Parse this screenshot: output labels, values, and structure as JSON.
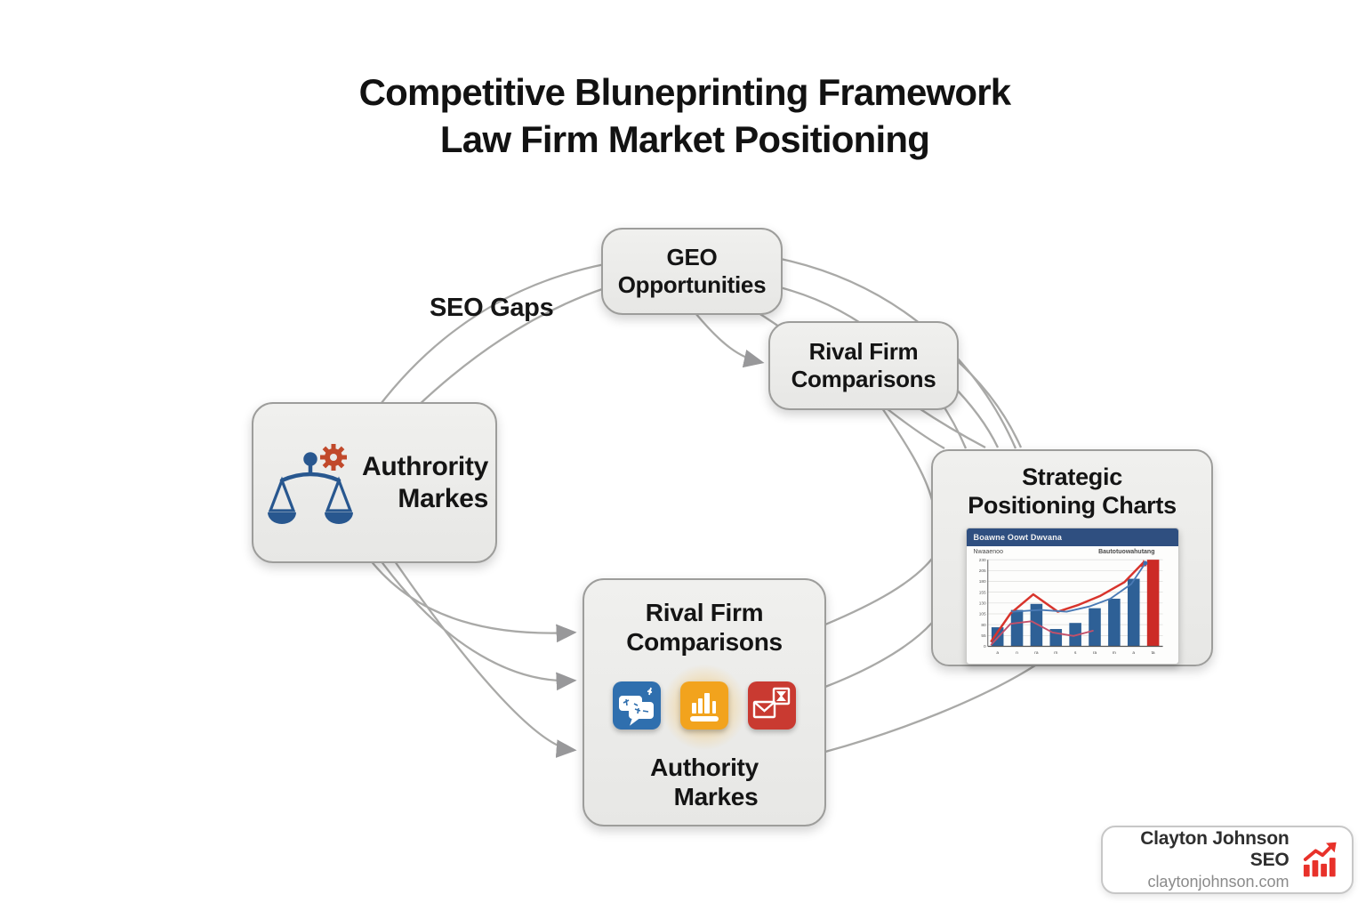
{
  "title": {
    "line1": "Competitive Bluneprinting Framework",
    "line2": "Law Firm Market Positioning"
  },
  "labels": {
    "seo_gaps": "SEO Gaps"
  },
  "nodes": {
    "geo": {
      "line1": "GEO",
      "line2": "Opportunities"
    },
    "rival_top": {
      "line1": "Rival Firm",
      "line2": "Comparisons"
    },
    "authority_left": {
      "line1": "Authrority",
      "line2": "Markes"
    },
    "rival_bottom": {
      "title_line1": "Rival Firm",
      "title_line2": "Comparisons",
      "sub_line1": "Authority",
      "sub_line2": "Markes"
    },
    "strategic": {
      "line1": "Strategic",
      "line2": "Positioning Charts"
    }
  },
  "badge": {
    "name": "Clayton Johnson SEO",
    "domain": "claytonjohnson.com"
  },
  "colors": {
    "node_fill": "#ebebe9",
    "node_border": "#9d9d9b",
    "connector": "#a9a9a7",
    "scales_blue": "#28578f",
    "gear_orange": "#c1492b",
    "icon_blue": "#2f6fae",
    "icon_yellow": "#f2a31d",
    "icon_red": "#c93a31",
    "chart_header_blue": "#2f4f80",
    "chart_bar_blue": "#2e6096",
    "chart_bar_red": "#cc2b26",
    "badge_red": "#e8312a"
  },
  "chart_data": {
    "type": "bar",
    "note": "embedded illustrative chart inside Strategic Positioning Charts node; text labels are garbled/illegible in source",
    "panel_title": "Boawne Oowt Dwvana",
    "axis_note_left": "Nwaaenoo",
    "axis_note_center": "Bautotuowahutang",
    "categories": [
      "a",
      "n",
      "ra",
      "rn",
      "s",
      "ra",
      "m",
      "a",
      "ta"
    ],
    "values": [
      22,
      42,
      49,
      20,
      27,
      44,
      55,
      78,
      100
    ],
    "bar_colors": [
      "#2e6096",
      "#2e6096",
      "#2e6096",
      "#2e6096",
      "#2e6096",
      "#2e6096",
      "#2e6096",
      "#2e6096",
      "#cc2b26"
    ],
    "y_ticks_approx": [
      "230",
      "205",
      "180",
      "155",
      "130",
      "105",
      "80",
      "55",
      "0"
    ],
    "ylim": [
      0,
      100
    ],
    "grid": true,
    "series": [
      {
        "name": "red-trend-line",
        "type": "line",
        "color": "#d8342c",
        "points": [
          [
            2,
            6
          ],
          [
            13,
            38
          ],
          [
            26,
            60
          ],
          [
            40,
            40
          ],
          [
            52,
            48
          ],
          [
            64,
            58
          ],
          [
            78,
            74
          ],
          [
            89,
            97
          ]
        ]
      },
      {
        "name": "blue-trend-line",
        "type": "line",
        "color": "#4a7ab5",
        "points": [
          [
            14,
            40
          ],
          [
            30,
            42
          ],
          [
            45,
            40
          ],
          [
            58,
            46
          ],
          [
            70,
            55
          ],
          [
            82,
            72
          ],
          [
            90,
            96
          ]
        ]
      },
      {
        "name": "pink-short-line",
        "type": "line",
        "color": "#c4506a",
        "points": [
          [
            2,
            2
          ],
          [
            13,
            26
          ],
          [
            25,
            29
          ],
          [
            37,
            16
          ],
          [
            49,
            12
          ],
          [
            60,
            18
          ]
        ]
      }
    ]
  }
}
